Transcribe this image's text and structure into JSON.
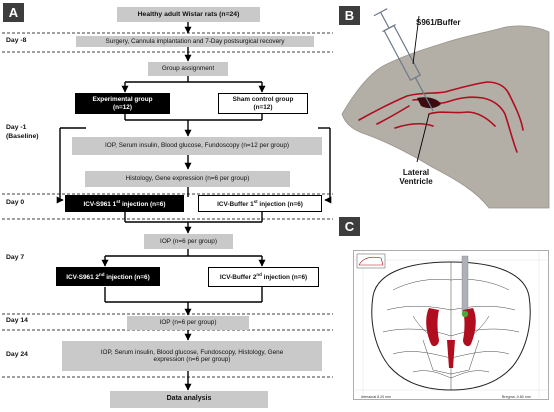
{
  "panels": {
    "a": "A",
    "b": "B",
    "c": "C"
  },
  "days": {
    "d_minus8": "Day -8",
    "d_minus1_line1": "Day -1",
    "d_minus1_line2": "(Baseline)",
    "d0": "Day 0",
    "d7": "Day 7",
    "d14": "Day 14",
    "d24": "Day 24"
  },
  "flow": {
    "start": "Healthy adult Wistar rats (n=24)",
    "surgery": "Surgery, Cannula implantation and 7-Day postsurgical recovery",
    "group_assignment": "Group assignment",
    "exp_group_l1": "Experimental group",
    "exp_group_l2": "(n=12)",
    "sham_group_l1": "Sham control group",
    "sham_group_l2": "(n=12)",
    "baseline_tests": "IOP, Serum insulin, Blood glucose, Fundoscopy (n=12 per group)",
    "histology": "Histology, Gene expression (n=6 per group)",
    "icv_s961_1_a": "ICV-S961 1",
    "icv_s961_1_sup": "st",
    "icv_s961_1_b": " injection (n=6)",
    "icv_buffer_1_a": "ICV-Buffer 1",
    "icv_buffer_1_sup": "st",
    "icv_buffer_1_b": " injection (n=6)",
    "iop_day7": "IOP (n=6 per group)",
    "icv_s961_2_a": "ICV-S961 2",
    "icv_s961_2_sup": "nd",
    "icv_s961_2_b": " injection (n=6)",
    "icv_buffer_2_a": "ICV-Buffer 2",
    "icv_buffer_2_sup": "nd",
    "icv_buffer_2_b": " injection (n=6)",
    "iop_day14": "IOP (n=6 per group)",
    "final_tests_l1": "IOP, Serum insulin, Blood glucose, Fundoscopy, Histology, Gene",
    "final_tests_l2": "expression (n=6 per group)",
    "data_analysis": "Data analysis"
  },
  "panel_b": {
    "syringe_label": "S961/Buffer",
    "ventricle_l1": "Lateral",
    "ventricle_l2": "Ventricle"
  },
  "panel_c": {
    "scale_left": "Interaural 8.20 mm",
    "scale_right": "Bregma -0.80 mm"
  },
  "colors": {
    "grey_box": "#c9c9c9",
    "black_box": "#000000",
    "badge": "#3d3d3d",
    "brain_fill": "#b3aea6",
    "ventricle_red": "#b00d1e",
    "green_dot": "#49a83a"
  }
}
